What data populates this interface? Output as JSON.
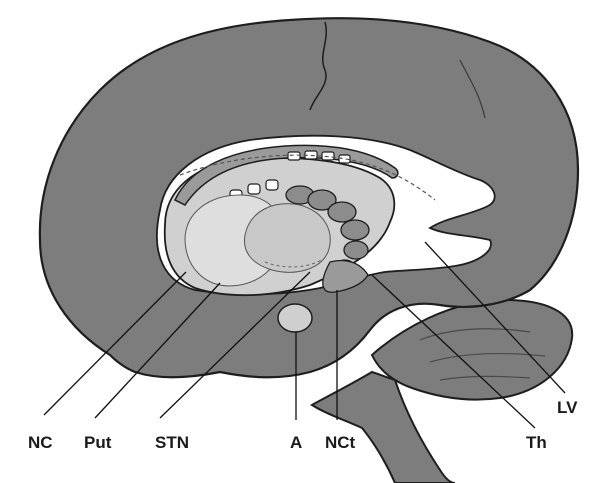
{
  "labels": {
    "nc": "NC",
    "put": "Put",
    "stn": "STN",
    "a": "A",
    "nct": "NCt",
    "th": "Th",
    "lv": "LV"
  },
  "colors": {
    "cortex": "#7d7d7d",
    "outline": "#1e1e1e",
    "ventricle": "#ffffff",
    "nuclei_light": "#d9d9d9",
    "nuclei_mid": "#bdbdbd",
    "strands": "#9a9a9a"
  }
}
